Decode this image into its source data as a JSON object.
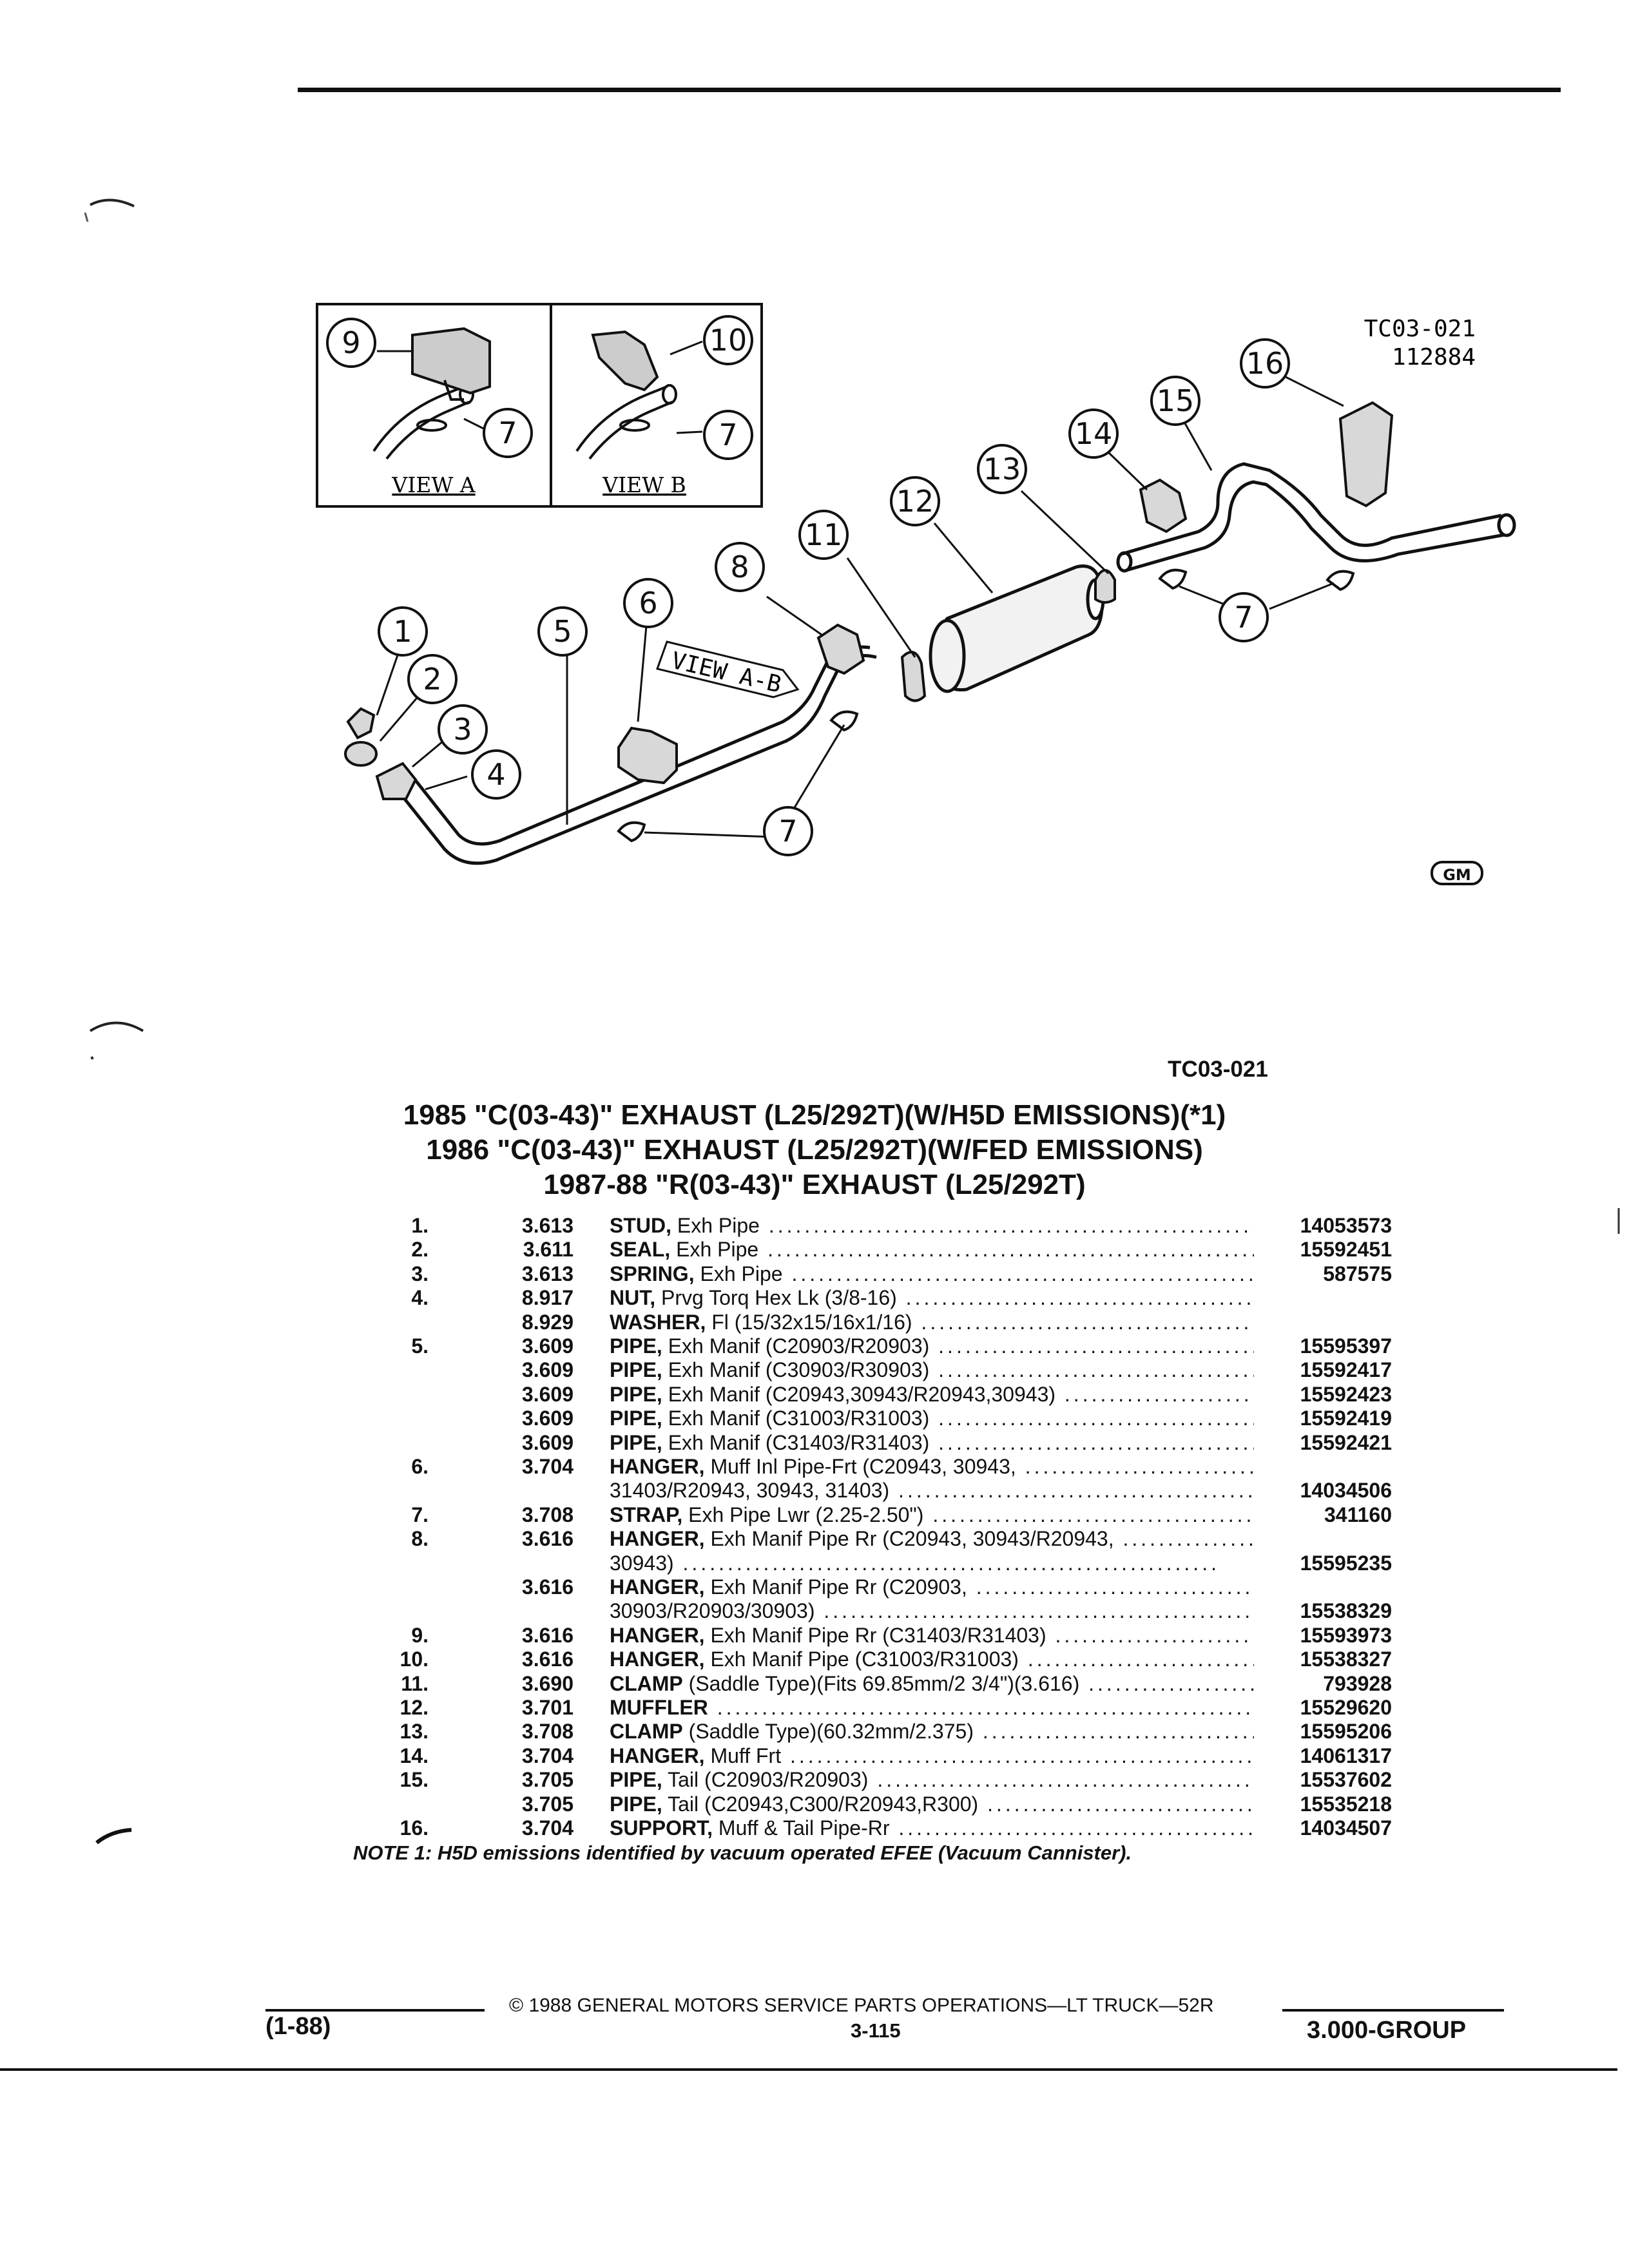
{
  "diagram": {
    "code_top": "TC03-021",
    "code_second": "112884",
    "view_a_label": "VIEW A",
    "view_b_label": "VIEW B",
    "view_ab_label": "VIEW A-B",
    "corner_logo": "GM",
    "callouts": [
      "1",
      "2",
      "3",
      "4",
      "5",
      "6",
      "7",
      "8",
      "9",
      "10",
      "11",
      "12",
      "13",
      "14",
      "15",
      "16"
    ]
  },
  "drawing_number": "TC03-021",
  "titles": [
    "1985 \"C(03-43)\" EXHAUST (L25/292T)(W/H5D EMISSIONS)(*1)",
    "1986 \"C(03-43)\" EXHAUST (L25/292T)(W/FED EMISSIONS)",
    "1987-88 \"R(03-43)\" EXHAUST (L25/292T)"
  ],
  "parts": [
    {
      "ref": "1.",
      "cat": "3.613",
      "name": "STUD,",
      "detail": " Exh Pipe",
      "part": "14053573"
    },
    {
      "ref": "2.",
      "cat": "3.611",
      "name": "SEAL,",
      "detail": " Exh Pipe",
      "part": "15592451"
    },
    {
      "ref": "3.",
      "cat": "3.613",
      "name": "SPRING,",
      "detail": " Exh Pipe",
      "part": "587575"
    },
    {
      "ref": "4.",
      "cat": "8.917",
      "name": "NUT,",
      "detail": " Prvg Torq Hex Lk (3/8-16)",
      "part": ""
    },
    {
      "ref": "",
      "cat": "8.929",
      "name": "WASHER,",
      "detail": " Fl (15/32x15/16x1/16)",
      "part": ""
    },
    {
      "ref": "5.",
      "cat": "3.609",
      "name": "PIPE,",
      "detail": " Exh Manif (C20903/R20903)",
      "part": "15595397"
    },
    {
      "ref": "",
      "cat": "3.609",
      "name": "PIPE,",
      "detail": " Exh Manif (C30903/R30903)",
      "part": "15592417"
    },
    {
      "ref": "",
      "cat": "3.609",
      "name": "PIPE,",
      "detail": " Exh Manif (C20943,30943/R20943,30943)",
      "part": "15592423"
    },
    {
      "ref": "",
      "cat": "3.609",
      "name": "PIPE,",
      "detail": " Exh Manif (C31003/R31003)",
      "part": "15592419"
    },
    {
      "ref": "",
      "cat": "3.609",
      "name": "PIPE,",
      "detail": " Exh Manif (C31403/R31403)",
      "part": "15592421"
    },
    {
      "ref": "6.",
      "cat": "3.704",
      "name": "HANGER,",
      "detail": " Muff Inl Pipe-Frt (C20943, 30943,",
      "part": ""
    },
    {
      "ref": "",
      "cat": "",
      "name": "",
      "detail": "31403/R20943, 30943, 31403)",
      "part": "14034506"
    },
    {
      "ref": "7.",
      "cat": "3.708",
      "name": "STRAP,",
      "detail": " Exh Pipe Lwr (2.25-2.50\")",
      "part": "341160"
    },
    {
      "ref": "8.",
      "cat": "3.616",
      "name": "HANGER,",
      "detail": " Exh Manif Pipe Rr (C20943, 30943/R20943,",
      "part": ""
    },
    {
      "ref": "",
      "cat": "",
      "name": "",
      "detail": "30943)",
      "part": "15595235"
    },
    {
      "ref": "",
      "cat": "3.616",
      "name": "HANGER,",
      "detail": " Exh Manif Pipe Rr (C20903,",
      "part": ""
    },
    {
      "ref": "",
      "cat": "",
      "name": "",
      "detail": "30903/R20903/30903)",
      "part": "15538329"
    },
    {
      "ref": "9.",
      "cat": "3.616",
      "name": "HANGER,",
      "detail": " Exh Manif Pipe Rr (C31403/R31403)",
      "part": "15593973"
    },
    {
      "ref": "10.",
      "cat": "3.616",
      "name": "HANGER,",
      "detail": " Exh Manif Pipe (C31003/R31003)",
      "part": "15538327"
    },
    {
      "ref": "11.",
      "cat": "3.690",
      "name": "CLAMP",
      "detail": " (Saddle Type)(Fits 69.85mm/2 3/4\")(3.616)",
      "part": "793928"
    },
    {
      "ref": "12.",
      "cat": "3.701",
      "name": "MUFFLER",
      "detail": "",
      "part": "15529620"
    },
    {
      "ref": "13.",
      "cat": "3.708",
      "name": "CLAMP",
      "detail": " (Saddle Type)(60.32mm/2.375)",
      "part": "15595206"
    },
    {
      "ref": "14.",
      "cat": "3.704",
      "name": "HANGER,",
      "detail": " Muff Frt",
      "part": "14061317"
    },
    {
      "ref": "15.",
      "cat": "3.705",
      "name": "PIPE,",
      "detail": " Tail (C20903/R20903)",
      "part": "15537602"
    },
    {
      "ref": "",
      "cat": "3.705",
      "name": "PIPE,",
      "detail": " Tail (C20943,C300/R20943,R300)",
      "part": "15535218"
    },
    {
      "ref": "16.",
      "cat": "3.704",
      "name": "SUPPORT,",
      "detail": " Muff & Tail Pipe-Rr",
      "part": "14034507"
    }
  ],
  "note": "NOTE 1: H5D emissions identified by vacuum operated EFEE (Vacuum Cannister).",
  "footer": {
    "date_code": "(1-88)",
    "copyright": "© 1988 GENERAL MOTORS SERVICE PARTS OPERATIONS—LT TRUCK—52R",
    "page": "3-115",
    "group": "3.000-GROUP"
  }
}
